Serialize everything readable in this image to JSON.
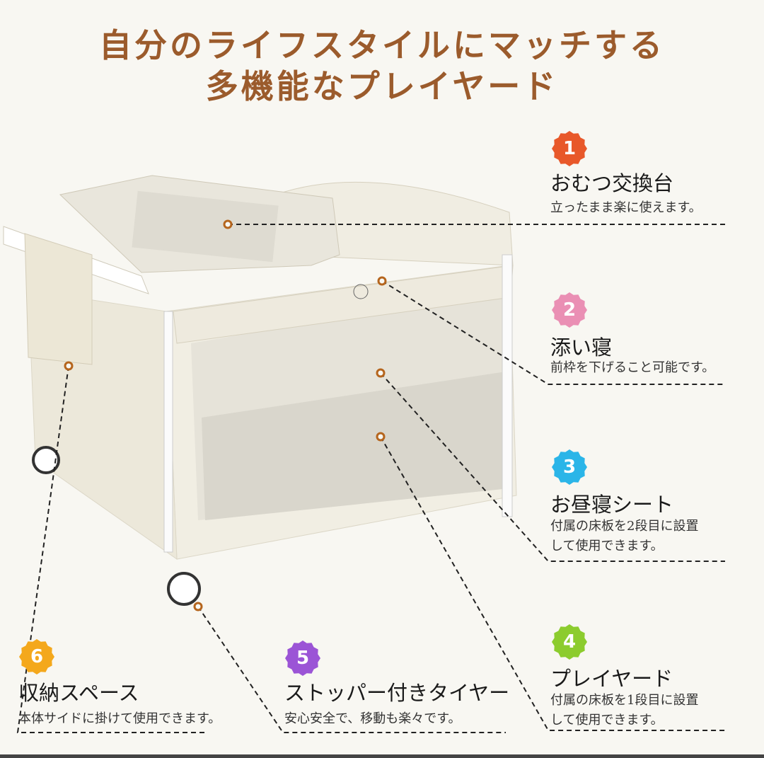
{
  "headline": [
    "自分のライフスタイルにマッチする",
    "多機能なプレイヤード"
  ],
  "features": [
    {
      "number": "1",
      "color": "#e8582a",
      "title": "おむつ交換台",
      "description": [
        "立ったまま楽に使えます。"
      ]
    },
    {
      "number": "2",
      "color": "#ea8fb4",
      "title": "添い寝",
      "description": [
        "前枠を下げること可能です。"
      ]
    },
    {
      "number": "3",
      "color": "#2bb5e8",
      "title": "お昼寝シート",
      "description": [
        "付属の床板を2段目に設置",
        "して使用できます。"
      ]
    },
    {
      "number": "4",
      "color": "#8ccc2e",
      "title": "プレイヤード",
      "description": [
        "付属の床板を1段目に設置",
        "して使用できます。"
      ]
    },
    {
      "number": "5",
      "color": "#9b54d6",
      "title": "ストッパー付きタイヤー",
      "description": [
        "安心安全で、移動も楽々です。"
      ]
    },
    {
      "number": "6",
      "color": "#f4a81c",
      "title": "収納スペース",
      "description": [
        "本体サイドに掛けて使用できます。"
      ]
    }
  ],
  "colors": {
    "headline": "#9b5b2c",
    "background": "#f8f7f2",
    "dot": "#b5651d"
  }
}
